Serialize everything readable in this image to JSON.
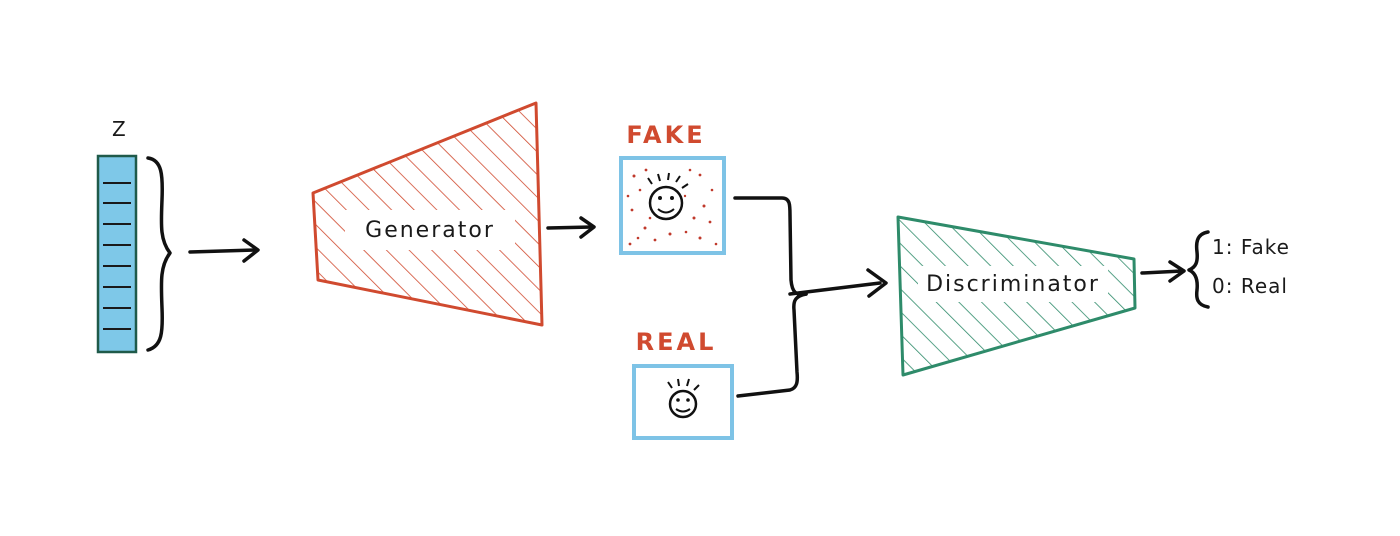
{
  "diagram": {
    "latent_label": "Z",
    "generator_label": "Generator",
    "fake_label": "FAKE",
    "real_label": "REAL",
    "discriminator_label": "Discriminator",
    "outputs": [
      {
        "text": "1: Fake"
      },
      {
        "text": "0: Real"
      }
    ]
  },
  "colors": {
    "generator": "#d04a2f",
    "discriminator": "#2e8b6a",
    "image_frame": "#7ec3e6",
    "vector_fill": "#7ec8e8",
    "ink": "#111111"
  }
}
